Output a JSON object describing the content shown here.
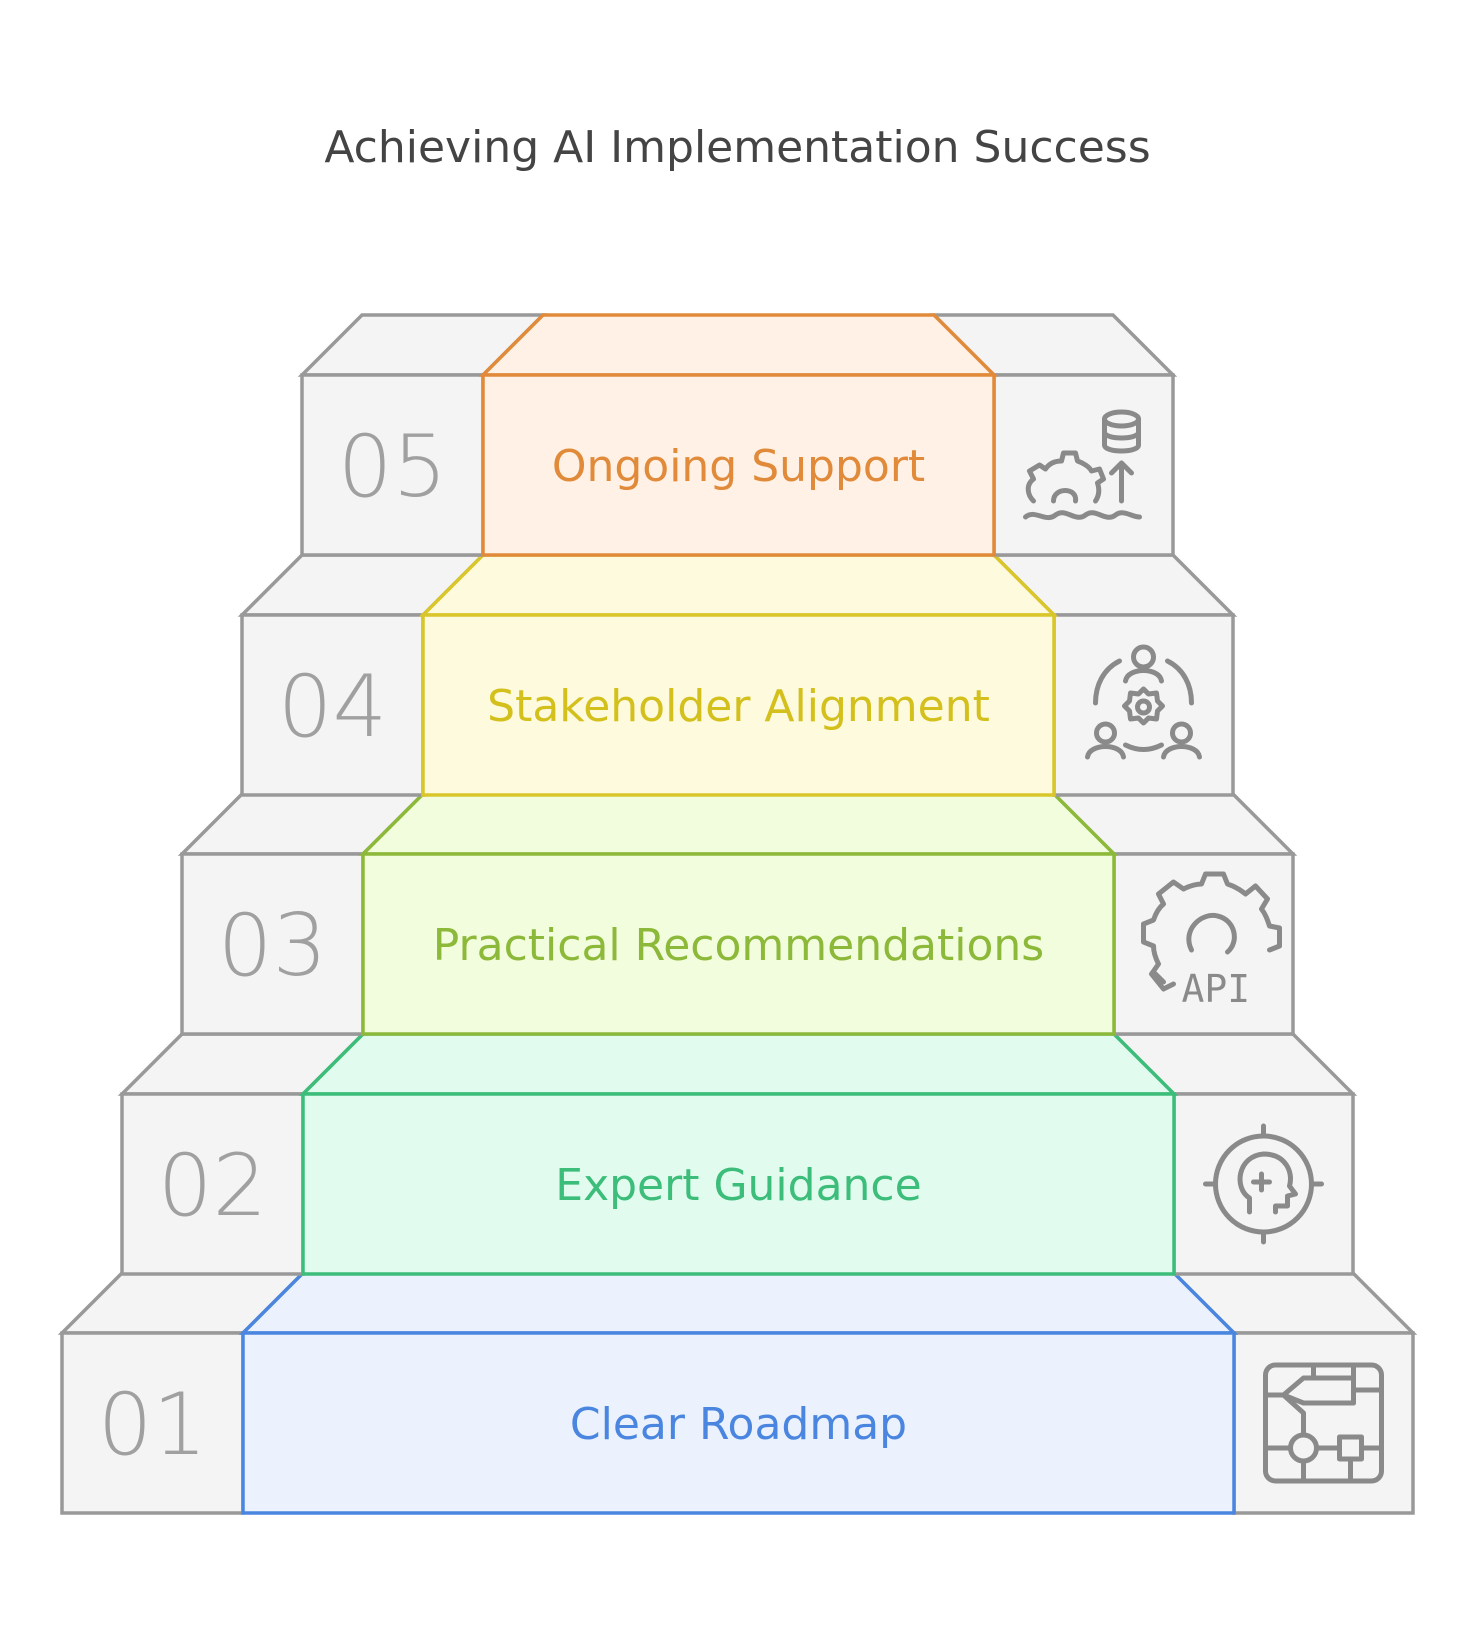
{
  "title": "Achieving AI Implementation Success",
  "colors": {
    "gray_stroke": "#999999",
    "gray_fill": "#f4f4f4",
    "number_text": "#a0a0a0",
    "icon_stroke": "#8a8a8a"
  },
  "steps": [
    {
      "number": "01",
      "label": "Clear Roadmap",
      "icon": "roadmap-flowchart-icon",
      "stroke": "#4a86e0",
      "fill": "#ebf2fd",
      "text_color": "#4a86e0"
    },
    {
      "number": "02",
      "label": "Expert Guidance",
      "icon": "target-head-icon",
      "stroke": "#3cbd7a",
      "fill": "#e1fcee",
      "text_color": "#3cbd7a"
    },
    {
      "number": "03",
      "label": "Practical Recommendations",
      "icon": "api-gear-icon",
      "icon_text": "API",
      "stroke": "#8db93a",
      "fill": "#f2fddd",
      "text_color": "#8db93a"
    },
    {
      "number": "04",
      "label": "Stakeholder Alignment",
      "icon": "people-gear-icon",
      "stroke": "#d9c62a",
      "fill": "#fefade",
      "text_color": "#d4c01c"
    },
    {
      "number": "05",
      "label": "Ongoing Support",
      "icon": "gear-database-wave-icon",
      "stroke": "#e08a3a",
      "fill": "#fff1e5",
      "text_color": "#e08a3a"
    }
  ]
}
